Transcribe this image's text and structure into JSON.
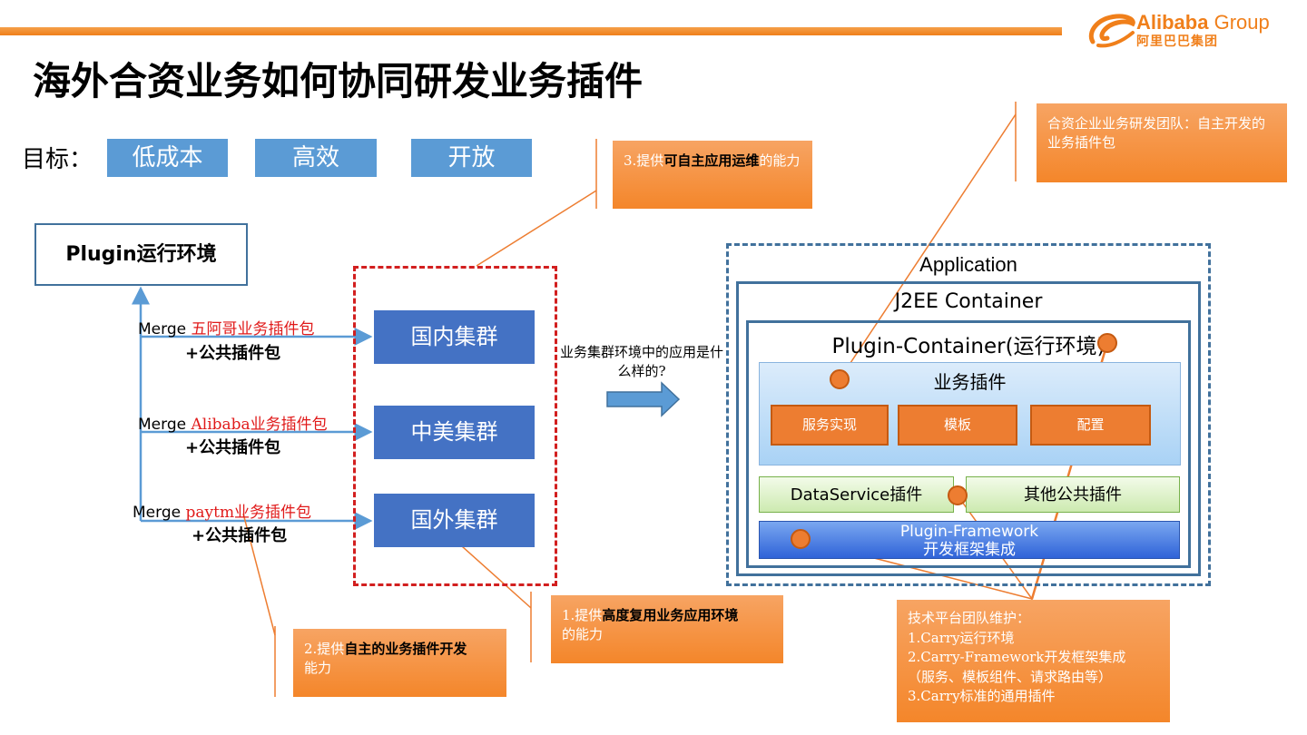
{
  "brand": {
    "logo_word": "Alibaba",
    "logo_group": "Group",
    "logo_cn": "阿里巴巴集团",
    "accent": "#f07f1a"
  },
  "title": "海外合资业务如何协同研发业务插件",
  "goals": {
    "label": "目标：",
    "items": [
      "低成本",
      "高效",
      "开放"
    ]
  },
  "plugin_env": "Plugin运行环境",
  "merges": [
    {
      "prefix": "Merge ",
      "name": "五阿哥业务插件包",
      "public": "+公共插件包"
    },
    {
      "prefix": "Merge ",
      "name": "Alibaba业务插件包",
      "public": "+公共插件包"
    },
    {
      "prefix": "Merge ",
      "name": "paytm业务插件包",
      "public": "+公共插件包"
    }
  ],
  "clusters": [
    "国内集群",
    "中美集群",
    "国外集群"
  ],
  "question": "业务集群环境中的应用是什么样的?",
  "app": {
    "application": "Application",
    "j2ee": "J2EE Container",
    "plugin_container": "Plugin-Container(运行环境)",
    "business_plugins": "业务插件",
    "sub_plugins": [
      "服务实现",
      "模板",
      "配置"
    ],
    "dataservice": "DataService插件",
    "other_public": "其他公共插件",
    "framework_line1": "Plugin-Framework",
    "framework_line2": "开发框架集成"
  },
  "notes": {
    "jv_team": "合资企业业务研发团队：自主开发的业务插件包",
    "note3_pre": "3.提供",
    "note3_bold": "可自主应用运维",
    "note3_post": "的能力",
    "note1_pre": "1.提供",
    "note1_bold": "高度复用业务应用环境",
    "note1_post": "的能力",
    "note2_pre": "2.提供",
    "note2_bold": "自主的业务插件开发",
    "note2_post": "能力",
    "tech_title": "技术平台团队维护：",
    "tech_1": "1.Carry运行环境",
    "tech_2": "2.Carry-Framework开发框架集成",
    "tech_3": "（服务、模板组件、请求路由等）",
    "tech_4": "3.Carry标准的通用插件"
  }
}
